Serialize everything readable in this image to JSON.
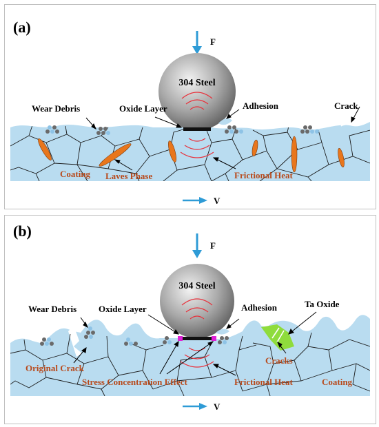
{
  "panel_a": {
    "label": "(a)",
    "force": "F",
    "velocity": "V",
    "ball": "304 Steel",
    "wear_debris": "Wear Debris",
    "oxide_layer": "Oxide Layer",
    "adhesion": "Adhesion",
    "crack": "Crack",
    "coating": "Coating",
    "laves_phase": "Laves Phase",
    "frictional_heat": "Frictional Heat"
  },
  "panel_b": {
    "label": "(b)",
    "force": "F",
    "velocity": "V",
    "ball": "304 Steel",
    "wear_debris": "Wear Debris",
    "oxide_layer": "Oxide Layer",
    "adhesion": "Adhesion",
    "ta_oxide": "Ta Oxide",
    "cracks": "Cracks",
    "original_crack": "Original Crack",
    "stress_concentration": "Stress Concentration Effect",
    "frictional_heat": "Frictional Heat",
    "coating": "Coating"
  },
  "colors": {
    "coating": "#b9dcf0",
    "grain_lines": "#1a1a1a",
    "laves_phase": "#e8761c",
    "oxide_layer": "#111111",
    "heat_arcs": "#e8303a",
    "arrow": "#2e9bd6",
    "label_red": "#b84a1c",
    "ta_oxide": "#8fdc3c",
    "stress_point": "#e020d8"
  }
}
